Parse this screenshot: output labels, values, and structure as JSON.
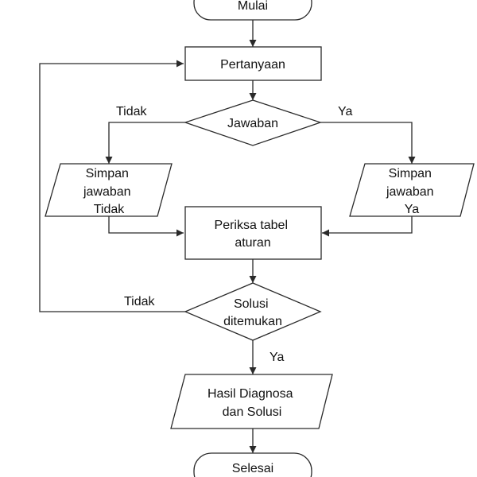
{
  "nodes": {
    "start": {
      "label": "Mulai"
    },
    "question": {
      "label": "Pertanyaan"
    },
    "answer_decision": {
      "label": "Jawaban"
    },
    "save_no": {
      "lines": [
        "Simpan",
        "jawaban",
        "Tidak"
      ]
    },
    "save_yes": {
      "lines": [
        "Simpan",
        "jawaban",
        "Ya"
      ]
    },
    "check_rules": {
      "lines": [
        "Periksa tabel",
        "aturan"
      ]
    },
    "solution_decision": {
      "lines": [
        "Solusi",
        "ditemukan"
      ]
    },
    "result": {
      "lines": [
        "Hasil Diagnosa",
        "dan Solusi"
      ]
    },
    "end": {
      "label": "Selesai"
    }
  },
  "edges": {
    "answer_no": "Tidak",
    "answer_yes": "Ya",
    "solution_no": "Tidak",
    "solution_yes": "Ya"
  }
}
